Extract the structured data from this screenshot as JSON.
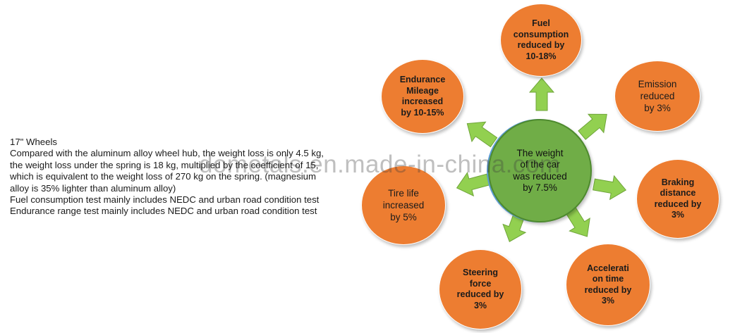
{
  "description": {
    "lines": [
      "17\" Wheels",
      "Compared with the aluminum alloy wheel hub, the weight loss is only 4.5 kg,",
      "the weight loss under the spring is 18 kg, multiplied by the coefficient of 15,",
      "which is equivalent to the weight loss of 270 kg on the spring. (magnesium",
      "alloy is 35% lighter than aluminum alloy)",
      "Fuel consumption test mainly includes NEDC and urban road condition test",
      "Endurance range test mainly includes NEDC and urban road condition test"
    ]
  },
  "diagram": {
    "center": {
      "label": "The weight\nof the car\nwas reduced\nby 7.5%"
    },
    "nodes": [
      {
        "id": "fuel",
        "label": "Fuel\nconsumption\nreduced by\n10-18%"
      },
      {
        "id": "emission",
        "label": "Emission\nreduced\nby 3%"
      },
      {
        "id": "braking",
        "label": "Braking\ndistance\nreduced by\n3%"
      },
      {
        "id": "acceleration",
        "label": "Accelerati\non time\nreduced by\n3%"
      },
      {
        "id": "steering",
        "label": "Steering\nforce\nreduced by\n3%"
      },
      {
        "id": "tire",
        "label": "Tire life\nincreased\nby 5%"
      },
      {
        "id": "endurance",
        "label": "Endurance\nMileage\nincreased\nby 10-15%"
      }
    ]
  },
  "colors": {
    "node_fill": "#ED7D31",
    "center_fill": "#70AD47",
    "arrow_fill": "#92D050",
    "arrow_stroke": "#6FA53A"
  },
  "watermark": "dometals.en.made-in-china.com"
}
